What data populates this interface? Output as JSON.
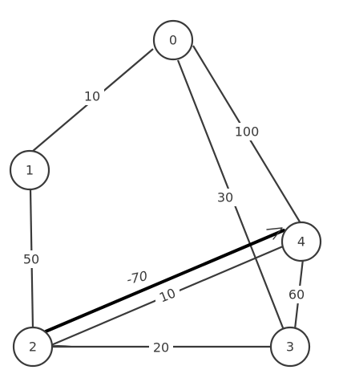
{
  "graph": {
    "nodes": [
      {
        "id": "0",
        "label": "0"
      },
      {
        "id": "1",
        "label": "1"
      },
      {
        "id": "2",
        "label": "2"
      },
      {
        "id": "3",
        "label": "3"
      },
      {
        "id": "4",
        "label": "4"
      }
    ],
    "edges": [
      {
        "from": "0",
        "to": "1",
        "weight": "10"
      },
      {
        "from": "0",
        "to": "4",
        "weight": "100"
      },
      {
        "from": "0",
        "to": "3",
        "weight": "30"
      },
      {
        "from": "1",
        "to": "2",
        "weight": "50"
      },
      {
        "from": "4",
        "to": "2",
        "weight": "10"
      },
      {
        "from": "3",
        "to": "4",
        "weight": "60"
      },
      {
        "from": "2",
        "to": "3",
        "weight": "20"
      }
    ],
    "annotation": {
      "text": "-70",
      "from": "2",
      "to": "4"
    }
  }
}
